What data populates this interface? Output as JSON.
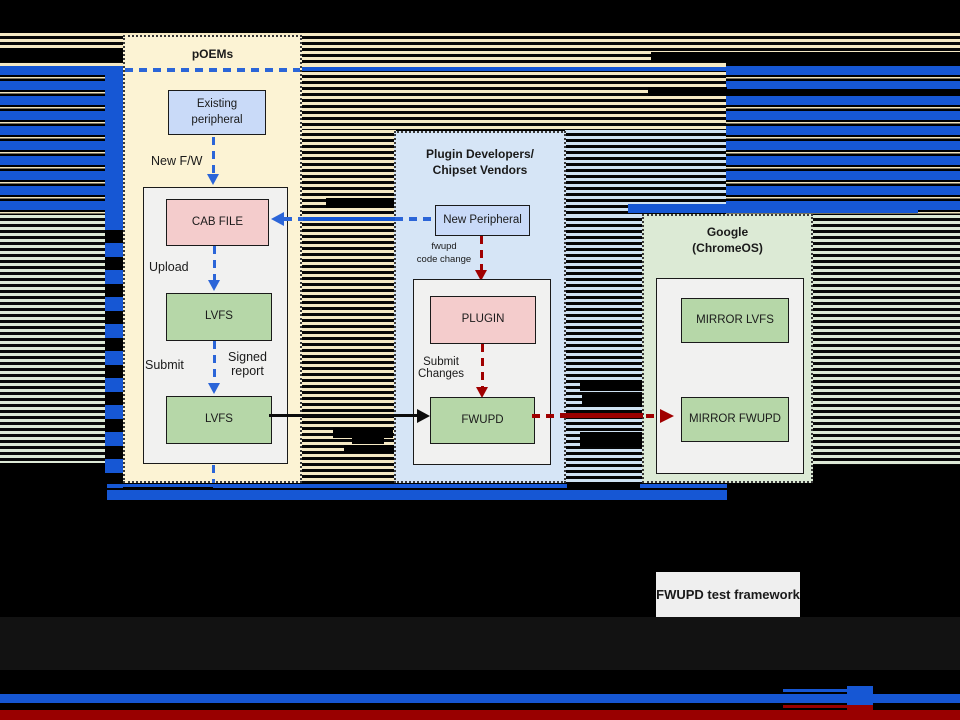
{
  "slide": {
    "poems": {
      "title": "pOEMs",
      "existing_peripheral": "Existing\nperipheral",
      "new_fw": "New F/W",
      "cab_file": "CAB FILE",
      "upload": "Upload",
      "lvfs_upper": "LVFS",
      "submit": "Submit",
      "signed_report": "Signed\nreport",
      "lvfs_lower": "LVFS"
    },
    "plugin": {
      "title": "Plugin Developers/\nChipset Vendors",
      "new_peripheral": "New Peripheral",
      "fwupd_code_change": "fwupd\ncode change",
      "plugin_box": "PLUGIN",
      "submit_changes": "Submit\nChanges",
      "fwupd_box": "FWUPD"
    },
    "google": {
      "title": "Google\n(ChromeOS)",
      "mirror_lvfs": "MIRROR LVFS",
      "mirror_fwupd": "MIRROR FWUPD"
    },
    "footer": {
      "test_framework": "FWUPD test framework"
    }
  },
  "colors": {
    "stripe_blue": "#1657d4",
    "stripe_tan": "#f5e9c4",
    "stripe_green": "#dde9d6",
    "stripe_lightblue": "#cfe2f3",
    "column_cream": "#fcf3d4",
    "column_lightblue": "#d6e5f6",
    "column_green": "#dcead5",
    "box_blue": "#c9daf8",
    "box_pink": "#f4cccc",
    "box_green": "#b6d7a8",
    "inner_gray": "#f1f1f0",
    "arrow_blue": "#2b65d8",
    "arrow_red": "#a00000",
    "band_red": "#990000"
  }
}
